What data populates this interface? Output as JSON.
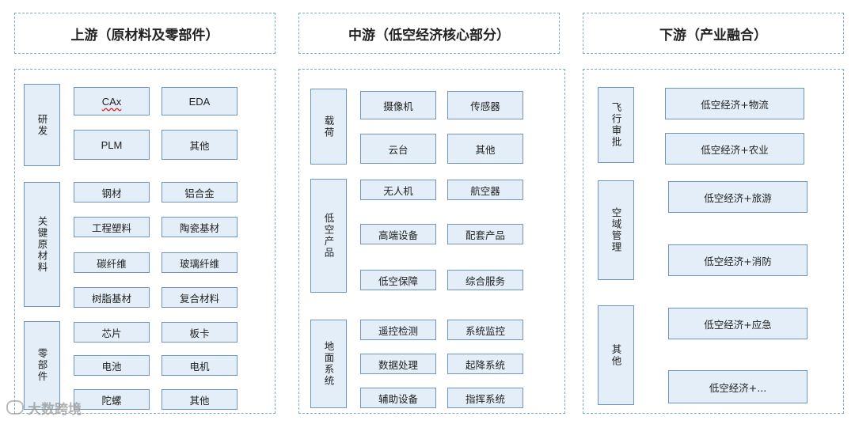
{
  "columns": [
    {
      "header": "上游（原材料及零部件）",
      "groups": [
        {
          "label": "研发",
          "items": [
            "CAx",
            "EDA",
            "PLM",
            "其他"
          ]
        },
        {
          "label": "关键原材料",
          "items": [
            "钢材",
            "铝合金",
            "工程塑料",
            "陶瓷基材",
            "碳纤维",
            "玻璃纤维",
            "树脂基材",
            "复合材料"
          ]
        },
        {
          "label": "零部件",
          "items": [
            "芯片",
            "板卡",
            "电池",
            "电机",
            "陀螺",
            "其他"
          ]
        }
      ]
    },
    {
      "header": "中游（低空经济核心部分）",
      "groups": [
        {
          "label": "载荷",
          "items": [
            "摄像机",
            "传感器",
            "云台",
            "其他"
          ]
        },
        {
          "label": "低空产品",
          "items": [
            "无人机",
            "航空器",
            "高端设备",
            "配套产品",
            "低空保障",
            "综合服务"
          ]
        },
        {
          "label": "地面系统",
          "items": [
            "遥控检测",
            "系统监控",
            "数据处理",
            "起降系统",
            "辅助设备",
            "指挥系统"
          ]
        }
      ]
    },
    {
      "header": "下游（产业融合）",
      "groups": [
        {
          "label": "飞行审批"
        },
        {
          "label": "空域管理"
        },
        {
          "label": "其他"
        }
      ],
      "items": [
        "低空经济+物流",
        "低空经济+农业",
        "低空经济+旅游",
        "低空经济+消防",
        "低空经济+应急",
        "低空经济+..."
      ]
    }
  ],
  "watermark": {
    "text": "大数跨境",
    "icon": "chat-bubble-icon"
  }
}
